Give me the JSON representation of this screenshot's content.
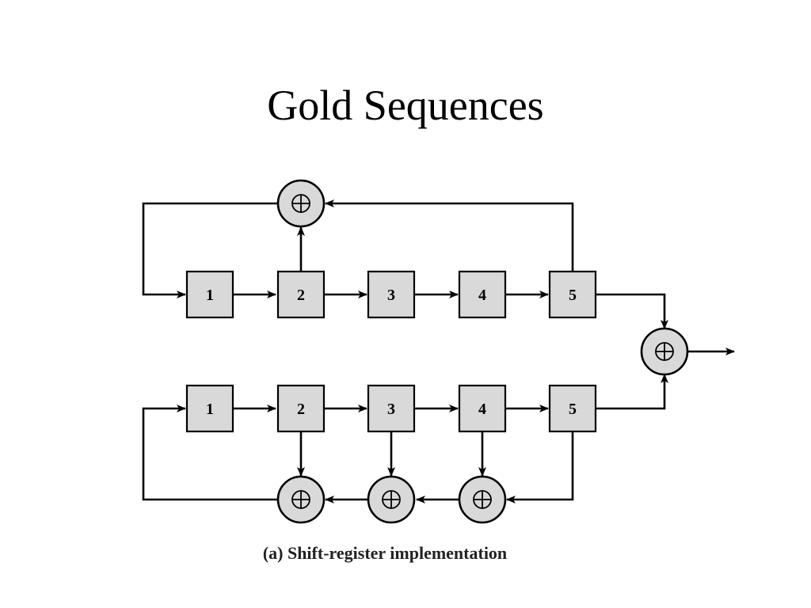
{
  "title": "Gold Sequences",
  "caption": "(a) Shift-register implementation",
  "top_register": {
    "cells": [
      "1",
      "2",
      "3",
      "4",
      "5"
    ]
  },
  "bottom_register": {
    "cells": [
      "1",
      "2",
      "3",
      "4",
      "5"
    ]
  },
  "xor_symbol": "⊕"
}
